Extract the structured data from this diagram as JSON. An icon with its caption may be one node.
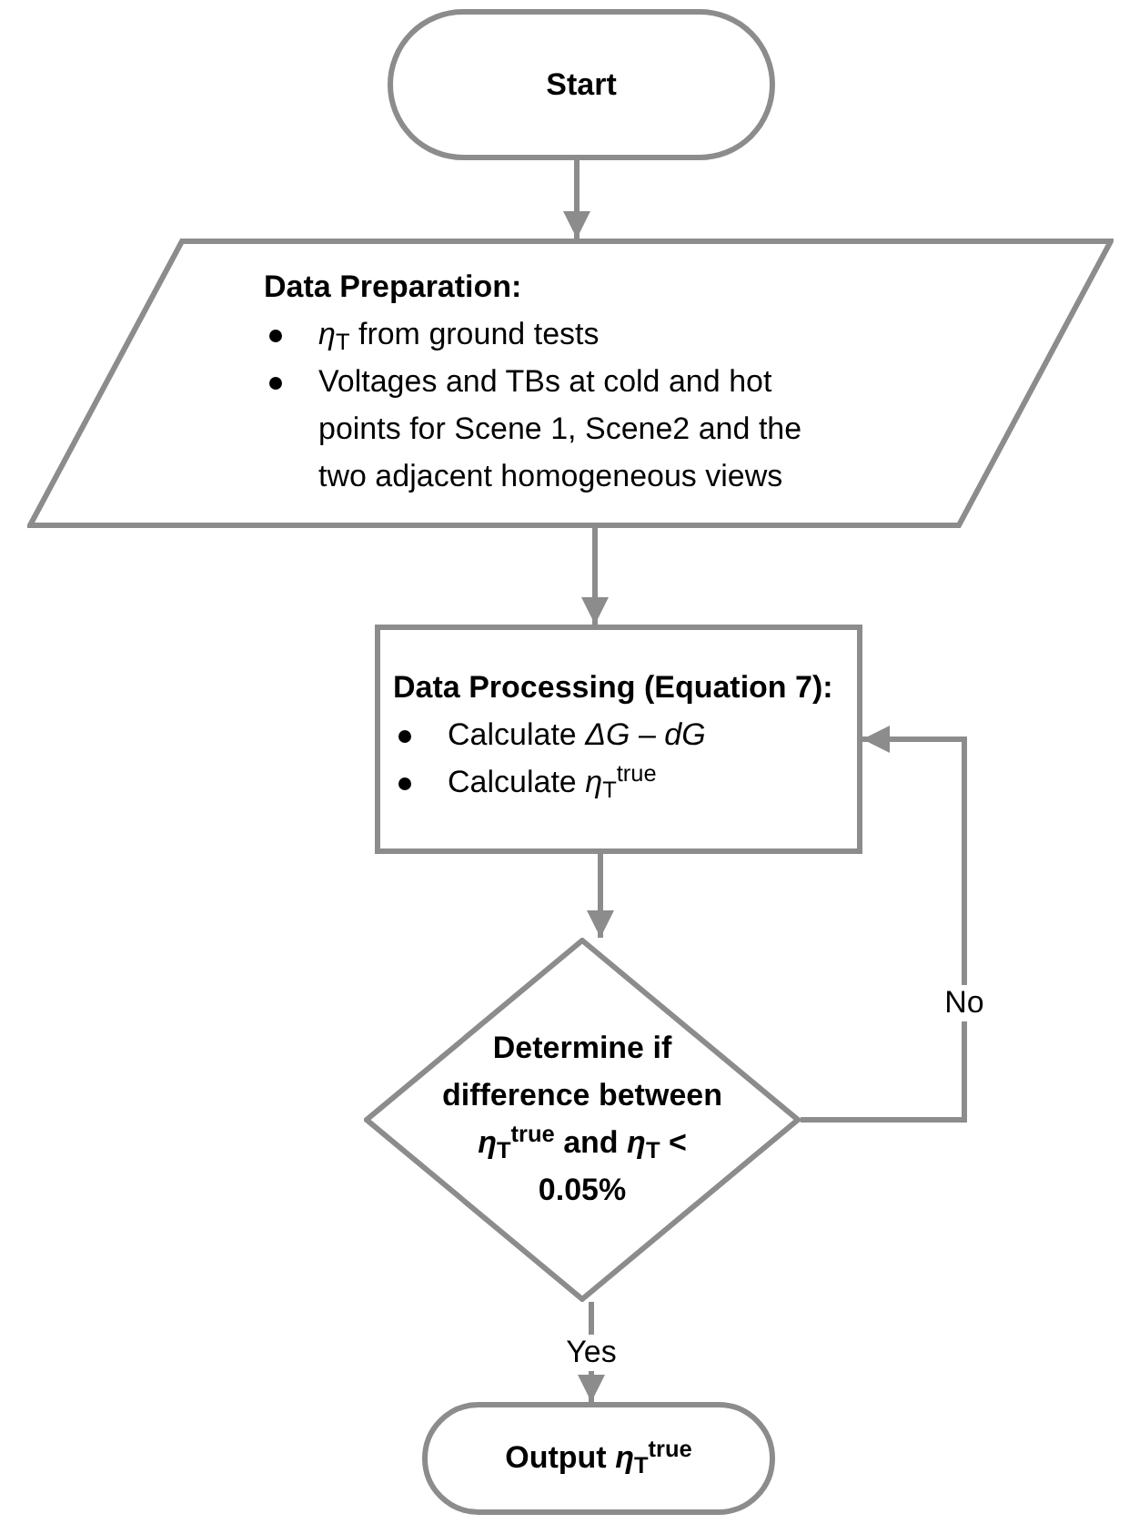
{
  "diagram": {
    "nodes": [
      {
        "text": [
          "Start"
        ]
      },
      {
        "text": [
          "Data Preparation:",
          "*η*$_{T}$ from ground tests",
          "Voltages and TBs at cold and hot points for Scene 1, Scene2 and the two adjacent homogeneous views"
        ]
      },
      {
        "text": [
          "Data Processing (Equation 7):",
          "Calculate *ΔG* – *dG*",
          "Calculate *η*$_{T}$$^{true}$"
        ]
      },
      {
        "text": [
          "Determine if difference between *η*$_{T}$$^{true}$ and *η*$_{T}$ < 0.05%"
        ]
      },
      {
        "text": [
          "Output *η*$_{T}$$^{true}$"
        ]
      }
    ],
    "edges": [
      {
        "from": 0,
        "to": 1,
        "arrow": "to"
      },
      {
        "from": 1,
        "to": 2,
        "arrow": "to"
      },
      {
        "from": 2,
        "to": 3,
        "arrow": "to"
      },
      {
        "from": 3,
        "to": 4,
        "arrow": "to",
        "label": "Yes"
      },
      {
        "from": 3,
        "to": 2,
        "arrow": "to",
        "label": "No"
      }
    ]
  }
}
